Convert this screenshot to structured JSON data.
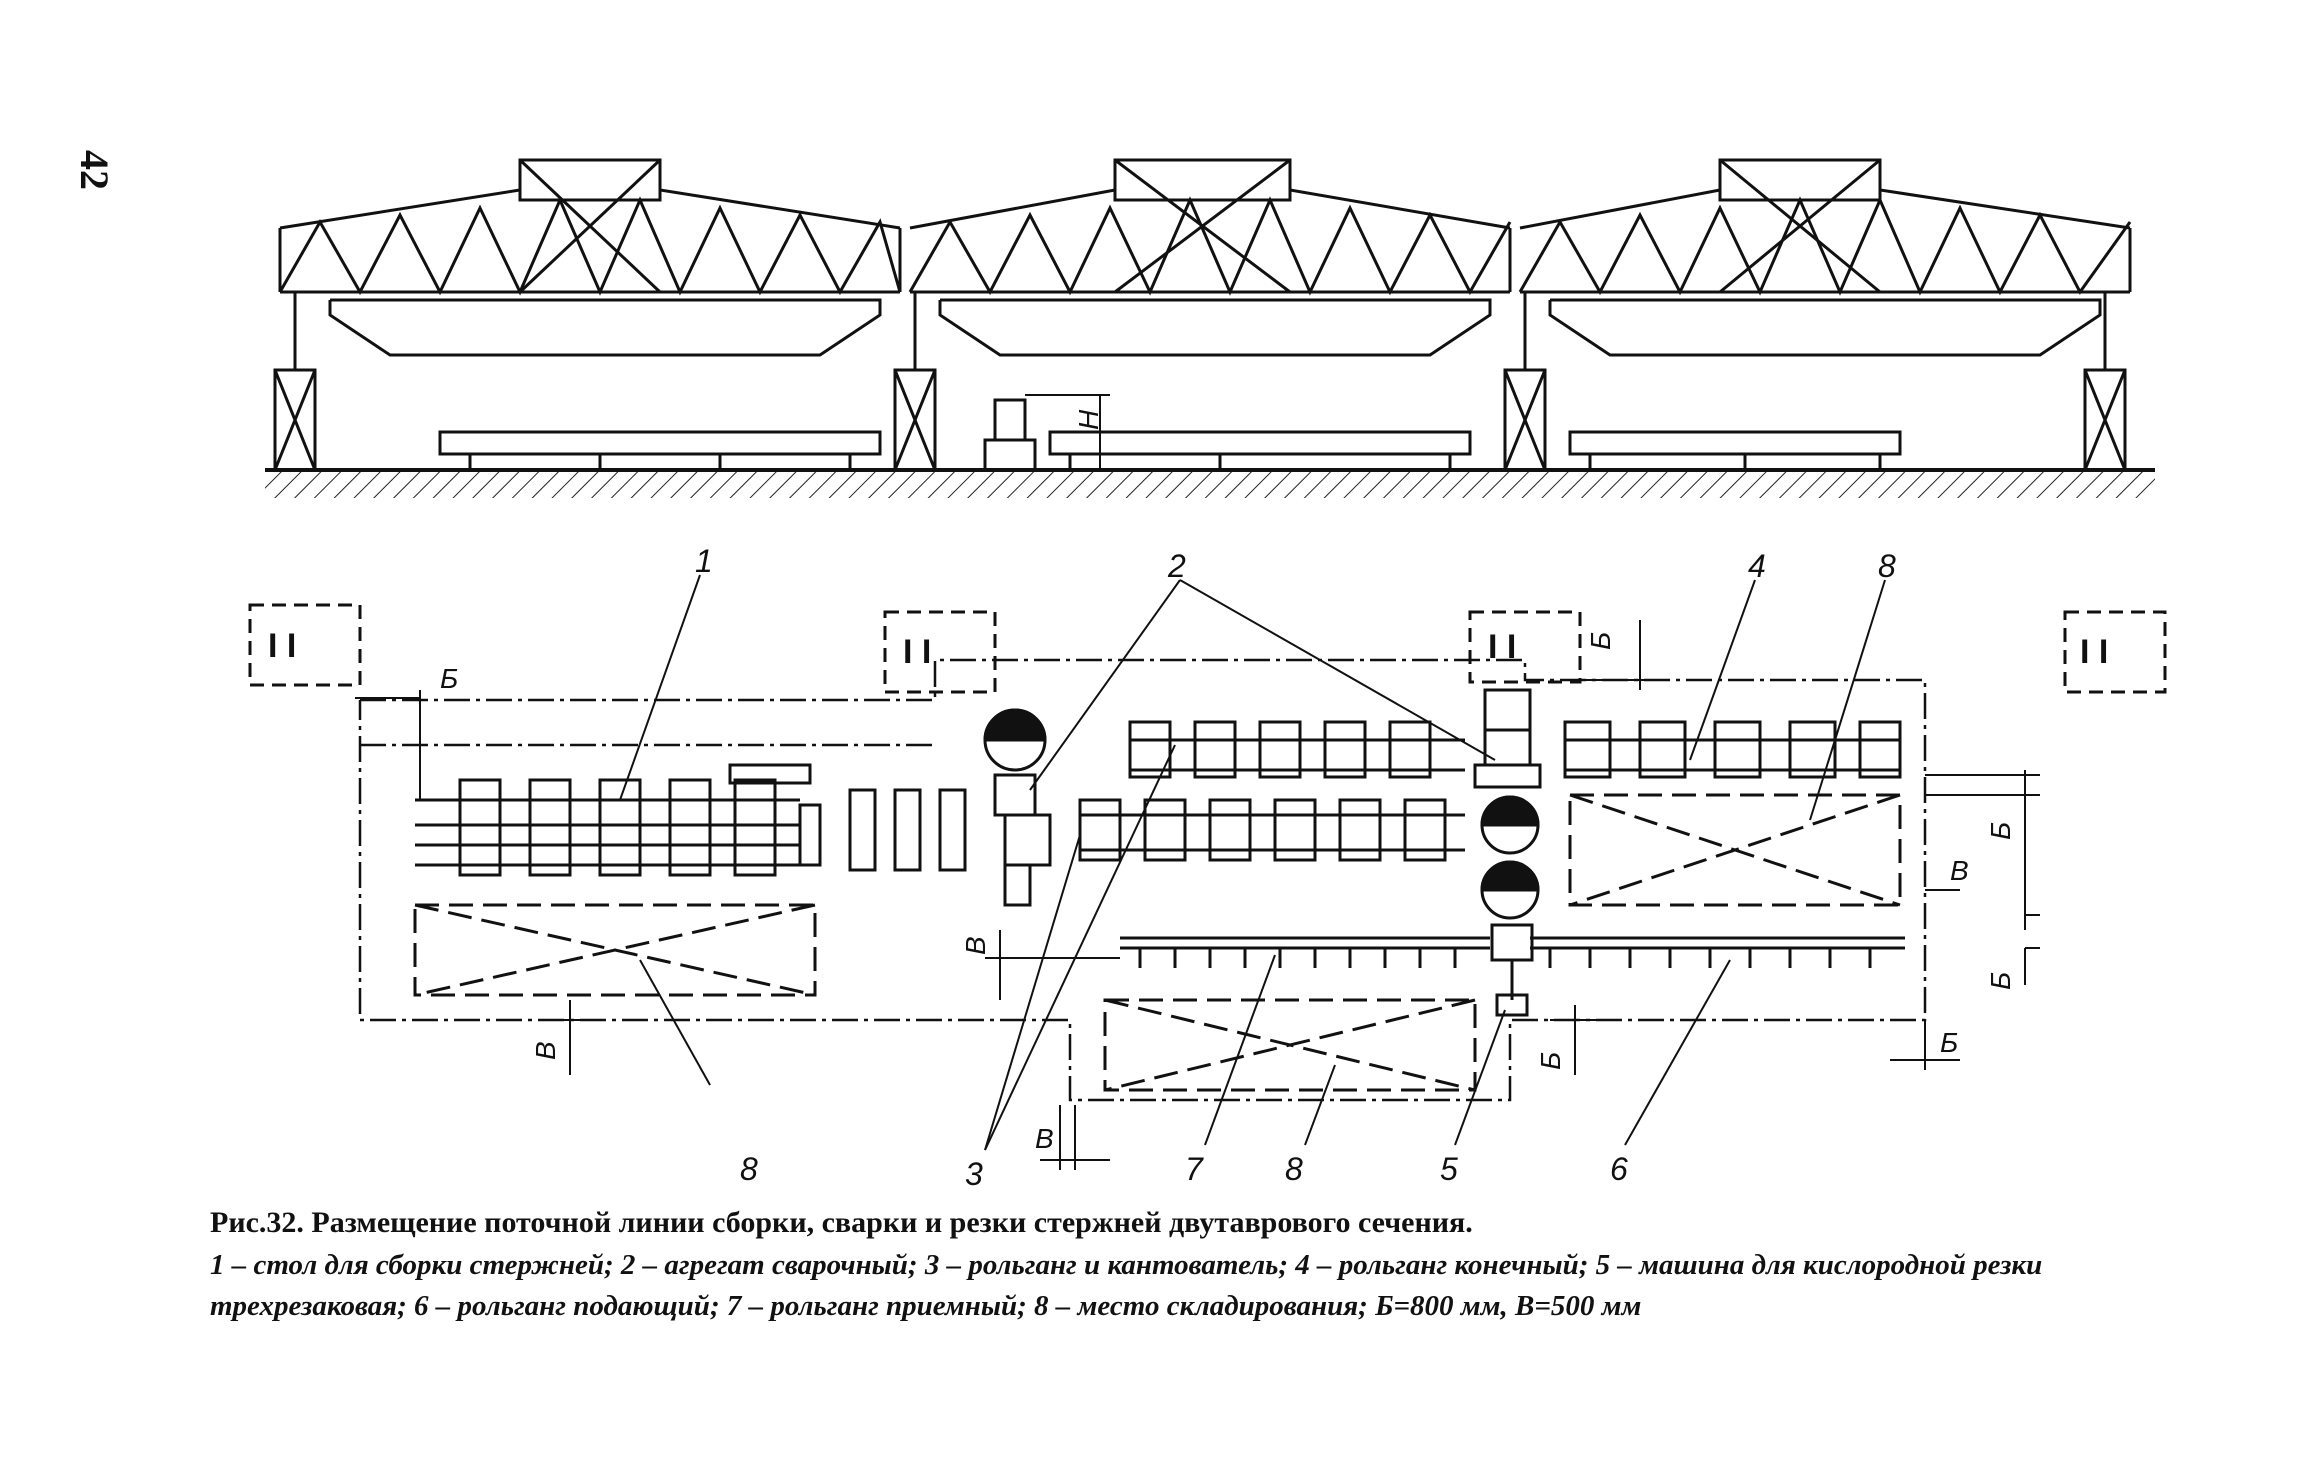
{
  "page_number": "42",
  "callouts": [
    "1",
    "2",
    "3",
    "4",
    "5",
    "6",
    "7",
    "8"
  ],
  "dimension_labels": {
    "b": "Б",
    "v": "В",
    "h": "Н"
  },
  "column_marker": "I I",
  "caption": {
    "title": "Рис.32. Размещение поточной линии сборки, сварки и резки стержней двутаврового сечения.",
    "legend": "1 – стол для сборки стержней; 2 – агрегат сварочный; 3 – рольганг и кантователь; 4 – рольганг конечный; 5 – машина для кислородной резки трехрезаковая; 6 – рольганг подающий; 7 – рольганг приемный; 8 – место складирования; Б=800 мм, В=500 мм"
  }
}
